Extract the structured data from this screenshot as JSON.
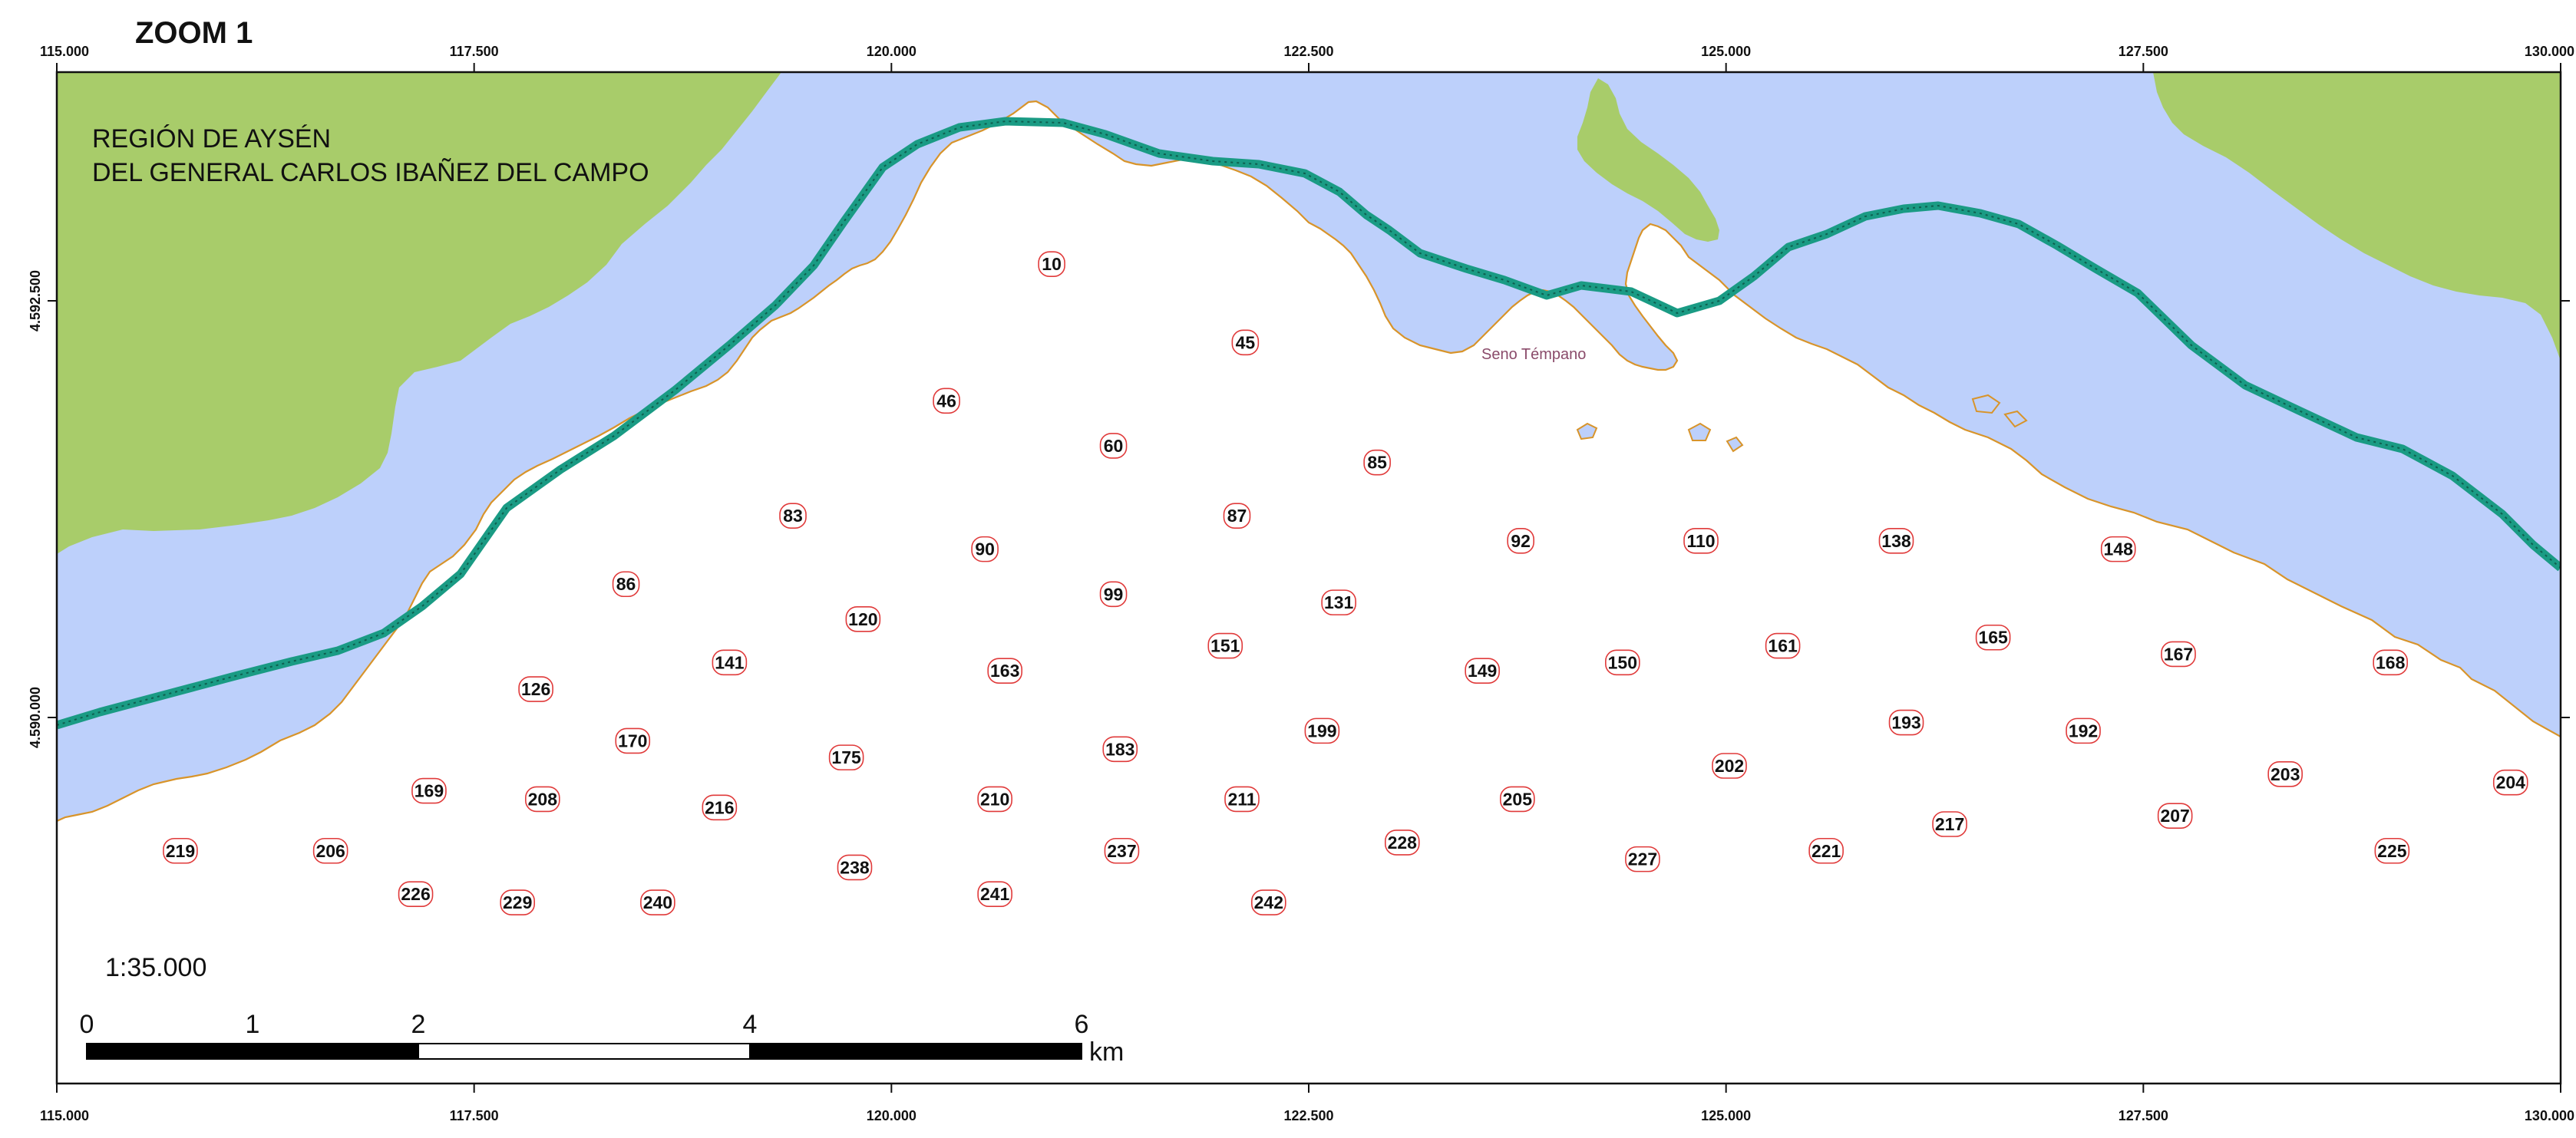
{
  "map": {
    "title": "ZOOM 1",
    "region_line1": "REGIÓN DE AYSÉN",
    "region_line2": "DEL GENERAL CARLOS IBAÑEZ DEL CAMPO",
    "place_label": "Seno Témpano",
    "scale_ratio": "1:35.000",
    "scale_bar": {
      "labels": [
        "0",
        "1",
        "2",
        "4",
        "6"
      ],
      "unit": "km",
      "values_km": [
        0,
        1,
        2,
        4,
        6
      ]
    },
    "x_ticks": [
      {
        "label": "115.000",
        "value": 115000
      },
      {
        "label": "117.500",
        "value": 117500
      },
      {
        "label": "120.000",
        "value": 120000
      },
      {
        "label": "122.500",
        "value": 122500
      },
      {
        "label": "125.000",
        "value": 125000
      },
      {
        "label": "127.500",
        "value": 127500
      },
      {
        "label": "130.000",
        "value": 130000
      }
    ],
    "y_ticks": [
      {
        "label": "4.592.500",
        "value": 4592500
      },
      {
        "label": "4.590.000",
        "value": 4590000
      }
    ],
    "colors": {
      "land": "#a8cc6a",
      "water": "#bdd0fb",
      "coastline": "#d8942a",
      "boundary_line": "#1a9b84",
      "point_marker_border": "#e03a3a",
      "frame": "#111111"
    },
    "points": [
      {
        "label": "10",
        "x": 120960,
        "y": 4592720
      },
      {
        "label": "45",
        "x": 122120,
        "y": 4592250
      },
      {
        "label": "46",
        "x": 120330,
        "y": 4591900
      },
      {
        "label": "60",
        "x": 121330,
        "y": 4591630
      },
      {
        "label": "85",
        "x": 122910,
        "y": 4591530
      },
      {
        "label": "83",
        "x": 119410,
        "y": 4591210
      },
      {
        "label": "87",
        "x": 122070,
        "y": 4591210
      },
      {
        "label": "92",
        "x": 123770,
        "y": 4591060
      },
      {
        "label": "110",
        "x": 124850,
        "y": 4591060
      },
      {
        "label": "138",
        "x": 126020,
        "y": 4591060
      },
      {
        "label": "148",
        "x": 127350,
        "y": 4591010
      },
      {
        "label": "90",
        "x": 120560,
        "y": 4591010
      },
      {
        "label": "86",
        "x": 118410,
        "y": 4590800
      },
      {
        "label": "99",
        "x": 121330,
        "y": 4590740
      },
      {
        "label": "131",
        "x": 122680,
        "y": 4590690
      },
      {
        "label": "120",
        "x": 119830,
        "y": 4590590
      },
      {
        "label": "165",
        "x": 126600,
        "y": 4590480
      },
      {
        "label": "151",
        "x": 122000,
        "y": 4590430
      },
      {
        "label": "161",
        "x": 125340,
        "y": 4590430
      },
      {
        "label": "167",
        "x": 127710,
        "y": 4590380
      },
      {
        "label": "141",
        "x": 119030,
        "y": 4590330
      },
      {
        "label": "150",
        "x": 124380,
        "y": 4590330
      },
      {
        "label": "168",
        "x": 128980,
        "y": 4590330
      },
      {
        "label": "163",
        "x": 120680,
        "y": 4590280
      },
      {
        "label": "149",
        "x": 123540,
        "y": 4590280
      },
      {
        "label": "126",
        "x": 117870,
        "y": 4590170
      },
      {
        "label": "193",
        "x": 126080,
        "y": 4589970
      },
      {
        "label": "199",
        "x": 122580,
        "y": 4589920
      },
      {
        "label": "192",
        "x": 127140,
        "y": 4589920
      },
      {
        "label": "170",
        "x": 118450,
        "y": 4589860
      },
      {
        "label": "183",
        "x": 121370,
        "y": 4589810
      },
      {
        "label": "175",
        "x": 119730,
        "y": 4589760
      },
      {
        "label": "202",
        "x": 125020,
        "y": 4589710
      },
      {
        "label": "203",
        "x": 128350,
        "y": 4589660
      },
      {
        "label": "204",
        "x": 129700,
        "y": 4589610
      },
      {
        "label": "169",
        "x": 117230,
        "y": 4589560
      },
      {
        "label": "208",
        "x": 117910,
        "y": 4589510
      },
      {
        "label": "210",
        "x": 120620,
        "y": 4589510
      },
      {
        "label": "211",
        "x": 122100,
        "y": 4589510
      },
      {
        "label": "205",
        "x": 123750,
        "y": 4589510
      },
      {
        "label": "216",
        "x": 118970,
        "y": 4589460
      },
      {
        "label": "207",
        "x": 127690,
        "y": 4589410
      },
      {
        "label": "217",
        "x": 126340,
        "y": 4589360
      },
      {
        "label": "228",
        "x": 123060,
        "y": 4589250
      },
      {
        "label": "219",
        "x": 115740,
        "y": 4589200
      },
      {
        "label": "206",
        "x": 116640,
        "y": 4589200
      },
      {
        "label": "237",
        "x": 121380,
        "y": 4589200
      },
      {
        "label": "221",
        "x": 125600,
        "y": 4589200
      },
      {
        "label": "225",
        "x": 128990,
        "y": 4589200
      },
      {
        "label": "227",
        "x": 124500,
        "y": 4589150
      },
      {
        "label": "238",
        "x": 119780,
        "y": 4589100
      },
      {
        "label": "226",
        "x": 117150,
        "y": 4588940
      },
      {
        "label": "241",
        "x": 120620,
        "y": 4588940
      },
      {
        "label": "229",
        "x": 117760,
        "y": 4588890
      },
      {
        "label": "240",
        "x": 118600,
        "y": 4588890
      },
      {
        "label": "242",
        "x": 122260,
        "y": 4588890
      }
    ]
  }
}
